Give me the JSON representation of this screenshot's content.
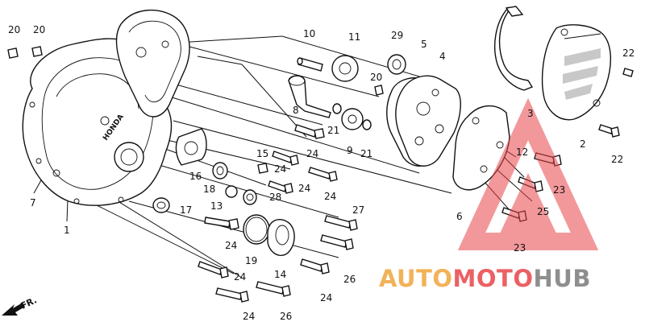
{
  "labels": {
    "p1": "1",
    "p2": "2",
    "p3": "3",
    "p4": "4",
    "p5": "5",
    "p6": "6",
    "p7": "7",
    "p8": "8",
    "p9": "9",
    "p10": "10",
    "p11": "11",
    "p12": "12",
    "p13": "13",
    "p14": "14",
    "p15": "15",
    "p16": "16",
    "p17": "17",
    "p18": "18",
    "p19": "19",
    "p20a": "20",
    "p20b": "20",
    "p20c": "20",
    "p21a": "21",
    "p21b": "21",
    "p22a": "22",
    "p22b": "22",
    "p23a": "23",
    "p23b": "23",
    "p24a": "24",
    "p24b": "24",
    "p24c": "24",
    "p24d": "24",
    "p24e": "24",
    "p24f": "24",
    "p24g": "24",
    "p25": "25",
    "p26a": "26",
    "p26b": "26",
    "p27": "27",
    "p28": "28",
    "p29": "29"
  },
  "cover_text": "HONDA",
  "direction": "FR.",
  "watermark": {
    "auto": "AUTO",
    "moto": "MOTO",
    "hub": "HUB",
    "colors": {
      "orange": "#f0a53c",
      "red": "#e8454a",
      "gray": "#7b7b7b"
    }
  }
}
